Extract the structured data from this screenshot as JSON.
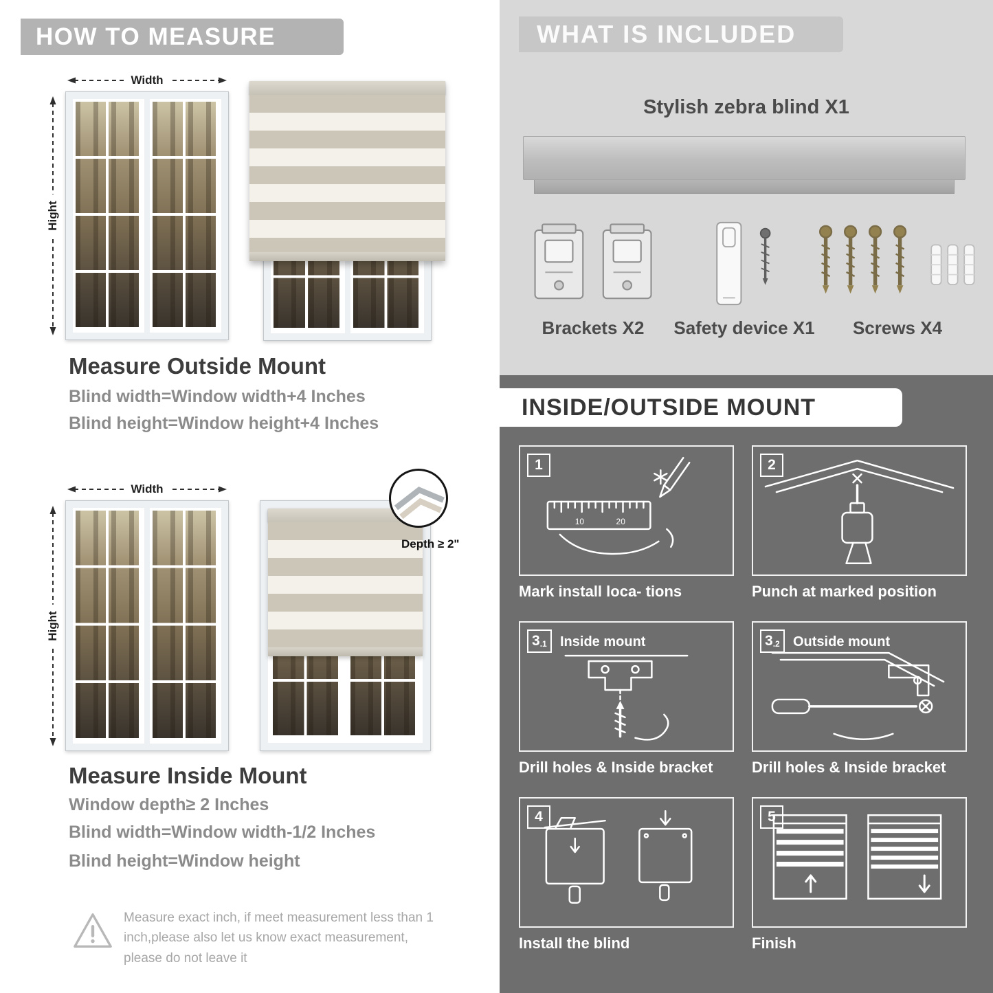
{
  "colors": {
    "banner_gray": "#b3b3b3",
    "included_bg": "#d8d8d8",
    "included_header_bg": "#c7c7c7",
    "mount_bg": "#6e6e6e",
    "formula_text": "#8b8b8b",
    "title_text": "#3d3d3d",
    "blind_stripe_gray": "#ccc6b9",
    "blind_stripe_light": "#f4f1ea"
  },
  "left": {
    "header": "HOW TO MEASURE",
    "labels": {
      "width": "Width",
      "height": "Hight",
      "depth": "Depth ≥ 2\""
    },
    "outside": {
      "title": "Measure Outside Mount",
      "lines": [
        "Blind width=Window width+4 Inches",
        "Blind height=Window height+4 Inches"
      ]
    },
    "inside": {
      "title": "Measure Inside Mount",
      "lines": [
        "Window depth≥ 2 Inches",
        "Blind width=Window width-1/2 Inches",
        "Blind height=Window height"
      ]
    },
    "note": "Measure exact inch, if meet measurement less than 1 inch,please also let us know exact measurement, please do not leave it"
  },
  "included": {
    "header": "WHAT IS INCLUDED",
    "product": "Stylish zebra blind X1",
    "items": [
      {
        "label": "Brackets X2"
      },
      {
        "label": "Safety device X1"
      },
      {
        "label": "Screws X4"
      }
    ]
  },
  "mount": {
    "header": "INSIDE/OUTSIDE MOUNT",
    "steps": [
      {
        "num": "1",
        "sub": "",
        "title": "",
        "caption": "Mark install loca- tions"
      },
      {
        "num": "2",
        "sub": "",
        "title": "",
        "caption": "Punch at  marked position"
      },
      {
        "num": "3",
        "sub": ".1",
        "title": "Inside mount",
        "caption": "Drill holes &  Inside bracket"
      },
      {
        "num": "3",
        "sub": ".2",
        "title": "Outside mount",
        "caption": "Drill holes &  Inside bracket"
      },
      {
        "num": "4",
        "sub": "",
        "title": "",
        "caption": "Install the blind"
      },
      {
        "num": "5",
        "sub": "",
        "title": "",
        "caption": "Finish"
      }
    ]
  }
}
